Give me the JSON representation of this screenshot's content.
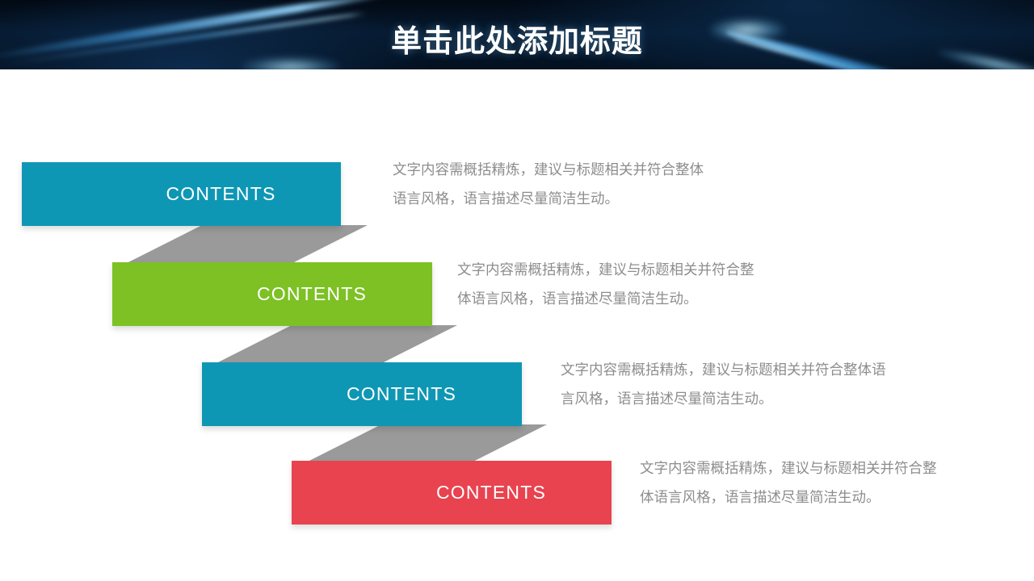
{
  "slide": {
    "background_color": "#ffffff",
    "header": {
      "title": "单击此处添加标题",
      "background_color": "#061a30",
      "title_color": "#ffffff",
      "accent_color": "#5ab4ef"
    },
    "connector_color": "#9a9a9a",
    "body_text_color": "#8d8d8d",
    "rows": [
      {
        "label": "CONTENTS",
        "color": "#0e97b4",
        "description_lines": [
          "文字内容需概括精炼，建议与标题相关并符合整体",
          "语言风格，语言描述尽量简洁生动。"
        ]
      },
      {
        "label": "CONTENTS",
        "color": "#7dc124",
        "description_lines": [
          "文字内容需概括精炼，建议与标题相关并符合整",
          "体语言风格，语言描述尽量简洁生动。"
        ]
      },
      {
        "label": "CONTENTS",
        "color": "#0e97b4",
        "description_lines": [
          "文字内容需概括精炼，建议与标题相关并符合整体语",
          "言风格，语言描述尽量简洁生动。"
        ]
      },
      {
        "label": "CONTENTS",
        "color": "#e8434f",
        "description_lines": [
          "文字内容需概括精炼，建议与标题相关并符合整",
          "体语言风格，语言描述尽量简洁生动。"
        ]
      }
    ]
  }
}
